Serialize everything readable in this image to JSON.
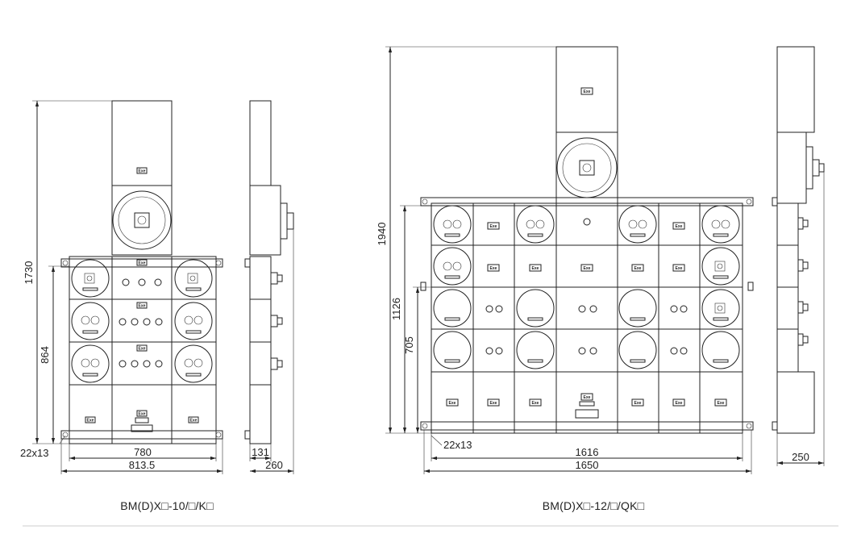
{
  "left_unit": {
    "model_label": "BM(D)X□-10/□/K□",
    "dims": {
      "height_total": "1730",
      "height_lower": "864",
      "mount_hole": "22x13",
      "width_inner": "780",
      "width_outer": "813.5",
      "side_small": "131",
      "side_depth": "260"
    }
  },
  "right_unit": {
    "model_label": "BM(D)X□-12/□/QK□",
    "dims": {
      "height_total": "1940",
      "height_mid": "1126",
      "height_lower": "705",
      "mount_hole": "22x13",
      "width_inner": "1616",
      "width_outer": "1650",
      "side_depth": "250"
    }
  },
  "nameplate_text": "Exe",
  "colors": {
    "line": "#222222",
    "background": "#ffffff"
  }
}
